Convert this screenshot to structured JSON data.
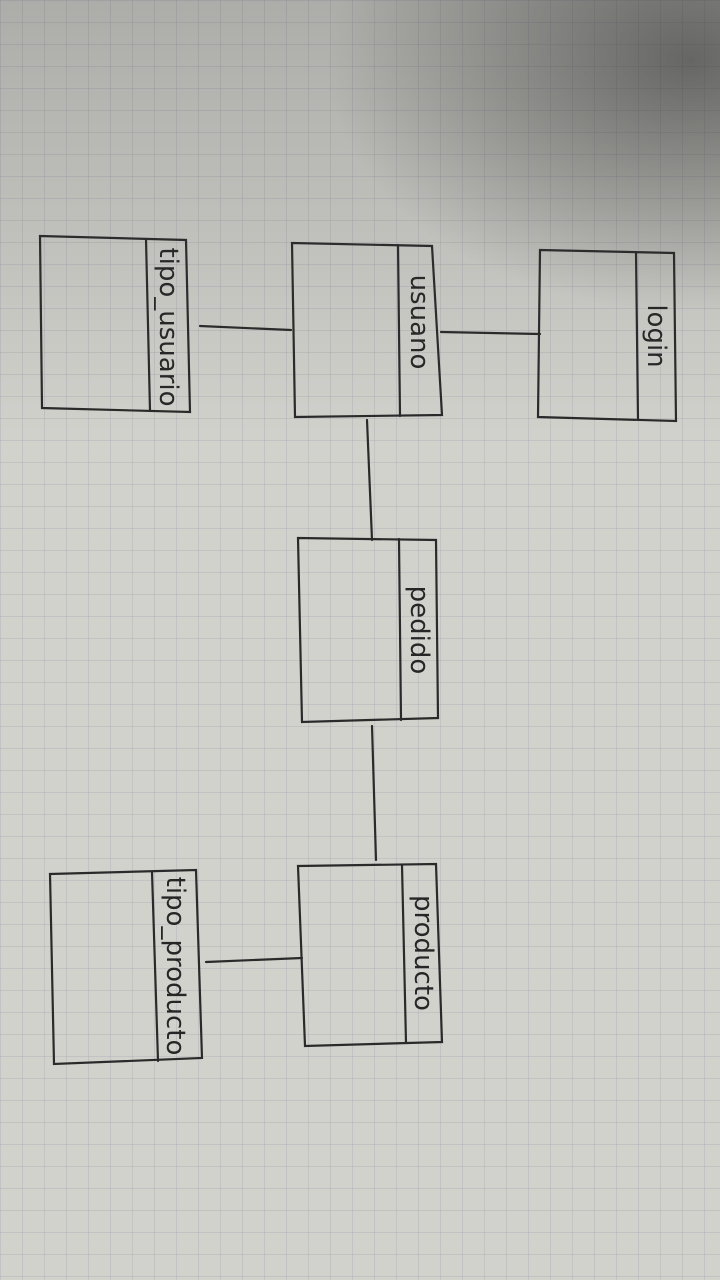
{
  "diagram": {
    "entities": [
      {
        "id": "login",
        "label": "login"
      },
      {
        "id": "usuario",
        "label": "usuano"
      },
      {
        "id": "tipo_usuario",
        "label": "tipo_usuario"
      },
      {
        "id": "pedido",
        "label": "pedido"
      },
      {
        "id": "producto",
        "label": "producto"
      },
      {
        "id": "tipo_producto",
        "label": "tipo_producto"
      }
    ],
    "relations": [
      {
        "from": "usuario",
        "to": "login"
      },
      {
        "from": "tipo_usuario",
        "to": "usuario"
      },
      {
        "from": "usuario",
        "to": "pedido"
      },
      {
        "from": "pedido",
        "to": "producto"
      },
      {
        "from": "tipo_producto",
        "to": "producto"
      }
    ]
  }
}
